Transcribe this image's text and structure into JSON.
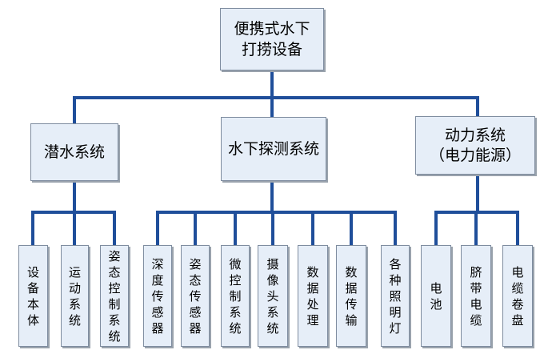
{
  "root": {
    "label": "便携式水下\n打捞设备"
  },
  "branches": [
    {
      "label": "潜水系统",
      "children": [
        "设备本体",
        "运动系统",
        "姿态控制系统"
      ]
    },
    {
      "label": "水下探测系统",
      "children": [
        "深度传感器",
        "姿态传感器",
        "微控制系统",
        "摄像头系统",
        "数据处理",
        "数据传输",
        "各种照明灯"
      ]
    },
    {
      "label": "动力系统\n（电力能源）",
      "children": [
        "电池",
        "脐带电缆",
        "电缆卷盘"
      ]
    }
  ],
  "colors": {
    "line": "#1f4e9a",
    "box_fill": "#e6eef8",
    "box_border": "#7f8da0",
    "shadow": "#9aa3ad"
  }
}
